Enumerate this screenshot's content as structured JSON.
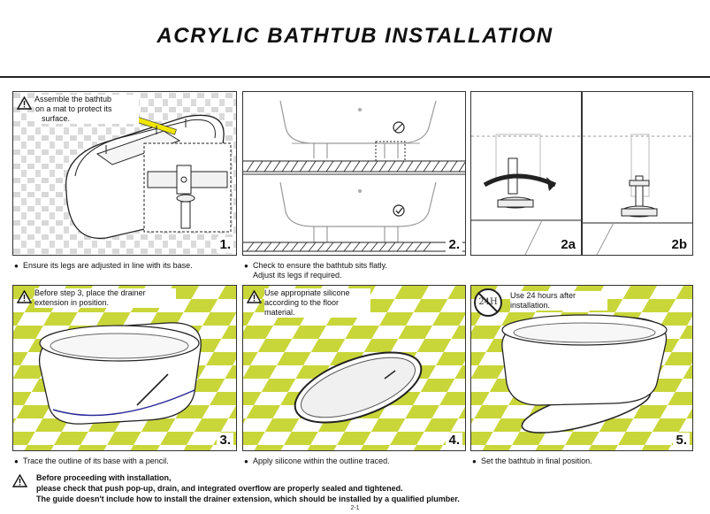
{
  "title": "ACRYLIC BATHTUB INSTALLATION",
  "icons": {
    "warning": "warning-triangle-icon",
    "prohibited": "prohibited-icon",
    "check": "check-icon",
    "no_24h": "no-24h-icon"
  },
  "colors": {
    "floor_tile": "#c9d63a",
    "highlight": "#f0e600",
    "outline": "#222222"
  },
  "panels": [
    {
      "step": "1.",
      "note": [
        "Assemble the bathtub",
        "on a mat to protect its",
        "surface."
      ],
      "caption": [
        "Ensure its legs are adjusted in line with its base."
      ]
    },
    {
      "step": "2.",
      "note": [],
      "caption": [
        "Check to ensure the bathtub sits flatly.",
        "Adjust its legs if required."
      ]
    },
    {
      "step": "2a",
      "note": [],
      "caption": []
    },
    {
      "step": "2b",
      "note": [],
      "caption": []
    },
    {
      "step": "3.",
      "note": [
        "Before step 3, place the drainer",
        "extension in position."
      ],
      "caption": [
        "Trace the outline of its base with a pencil."
      ]
    },
    {
      "step": "4.",
      "note": [
        "Use appropriate silicone",
        "according to the floor",
        "material."
      ],
      "caption": [
        "Apply silicone within the outline traced."
      ]
    },
    {
      "step": "5.",
      "note": [
        "Use 24 hours after",
        "installation."
      ],
      "badge": "24H",
      "caption": [
        "Set the bathtub in final position."
      ]
    }
  ],
  "footer": {
    "line1": "Before proceeding with installation,",
    "line2": "please check that push pop-up, drain, and integrated overflow are properly sealed and tightened.",
    "line3": "The guide doesn't include how to install the drainer extension, which should be installed by a qualified plumber."
  },
  "page_number": "2-1"
}
